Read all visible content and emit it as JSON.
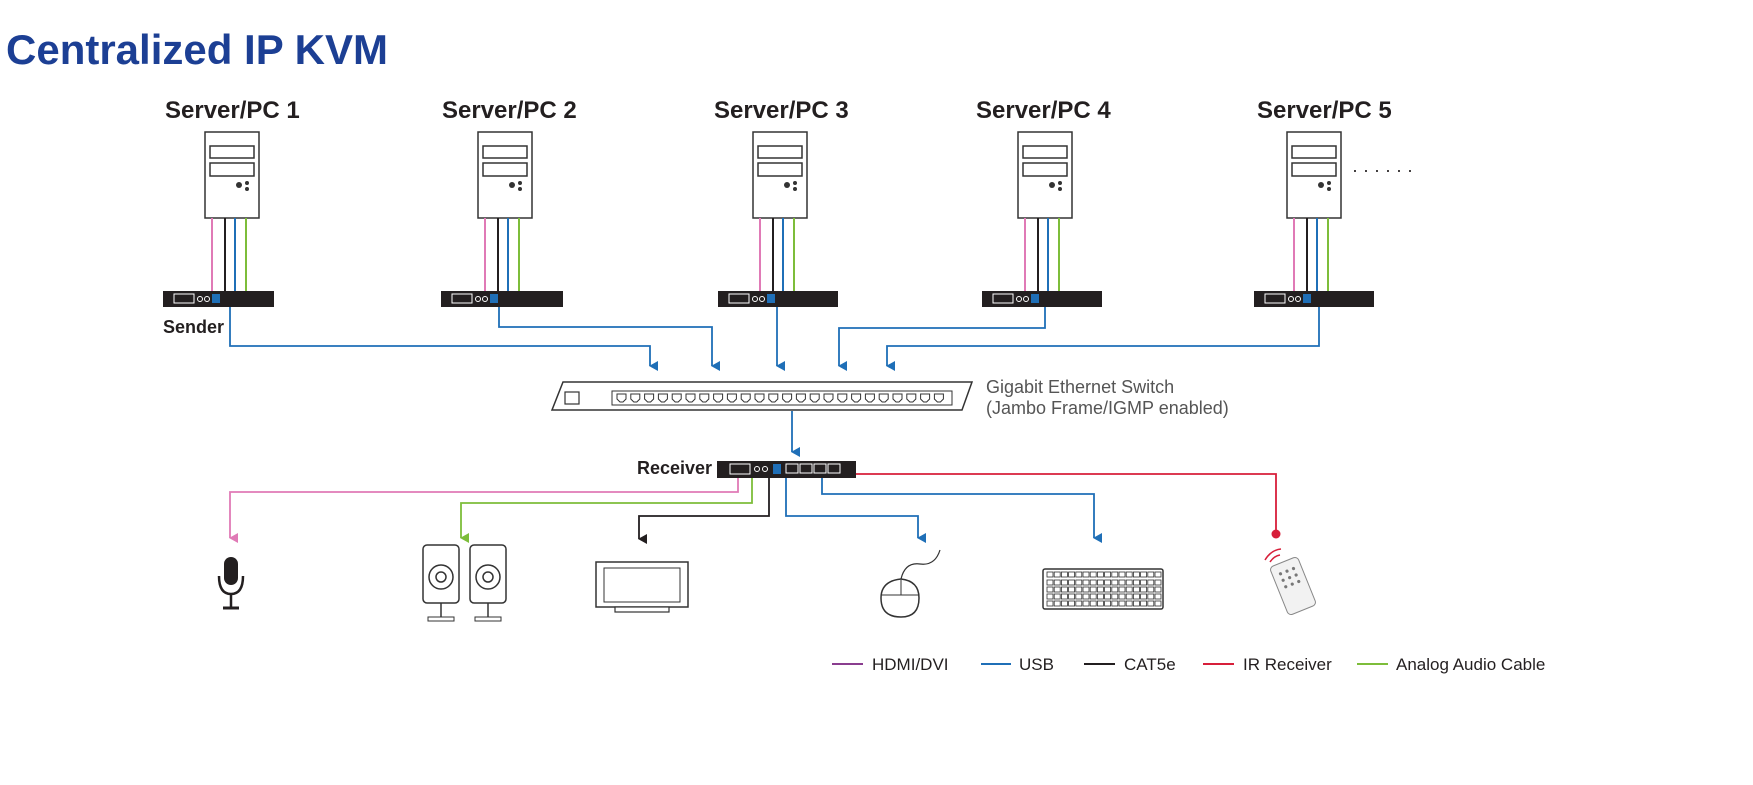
{
  "title": "Centralized IP KVM",
  "servers": [
    {
      "label": "Server/PC 1"
    },
    {
      "label": "Server/PC 2"
    },
    {
      "label": "Server/PC 3"
    },
    {
      "label": "Server/PC 4"
    },
    {
      "label": "Server/PC 5"
    }
  ],
  "ellipsis": "· · · · · ·",
  "sender_label": "Sender",
  "switch": {
    "line1": "Gigabit Ethernet Switch",
    "line2": "(Jambo Frame/IGMP enabled)"
  },
  "receiver_label": "Receiver",
  "peripherals": [
    {
      "name": "microphone",
      "icon": "microphone-icon"
    },
    {
      "name": "speakers",
      "icon": "speakers-icon"
    },
    {
      "name": "monitor",
      "icon": "monitor-icon"
    },
    {
      "name": "mouse",
      "icon": "mouse-icon"
    },
    {
      "name": "keyboard",
      "icon": "keyboard-icon"
    },
    {
      "name": "remote",
      "icon": "ir-remote-icon"
    }
  ],
  "colors": {
    "title": "#1c3f94",
    "hdmi": "#e07ab6",
    "usb": "#1f6fb7",
    "cat5e": "#231f20",
    "ir": "#d71f3a",
    "audio": "#7dbd3a",
    "legend_hdmi": "#8a3d8f"
  },
  "legend": [
    {
      "label": "HDMI/DVI",
      "color": "#8a3d8f"
    },
    {
      "label": "USB",
      "color": "#1f6fb7"
    },
    {
      "label": "CAT5e",
      "color": "#231f20"
    },
    {
      "label": "IR Receiver",
      "color": "#d71f3a"
    },
    {
      "label": "Analog Audio Cable",
      "color": "#7dbd3a"
    }
  ]
}
